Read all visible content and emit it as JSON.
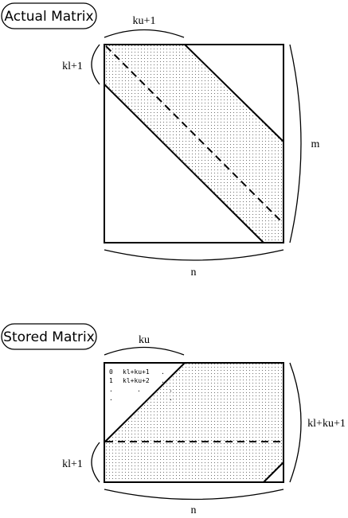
{
  "actual": {
    "title": "Actual Matrix",
    "top_label": "ku+1",
    "left_label": "kl+1",
    "right_label": "m",
    "bottom_label": "n"
  },
  "stored": {
    "title": "Stored Matrix",
    "top_label": "ku",
    "left_label": "kl+1",
    "right_label": "kl+ku+1",
    "bottom_label": "n",
    "index_rows": [
      {
        "index": "0",
        "text": "kl+ku+1",
        "dot": "."
      },
      {
        "index": "1",
        "text": "kl+ku+2",
        "dot": "."
      },
      {
        "index": ".",
        "text": ".",
        "dot": "."
      },
      {
        "index": ".",
        "text": "",
        "dot": "."
      }
    ]
  },
  "colors": {
    "stroke": "#000000",
    "band_fill": "#ffffff",
    "band_dot": "#6e6e6e"
  }
}
